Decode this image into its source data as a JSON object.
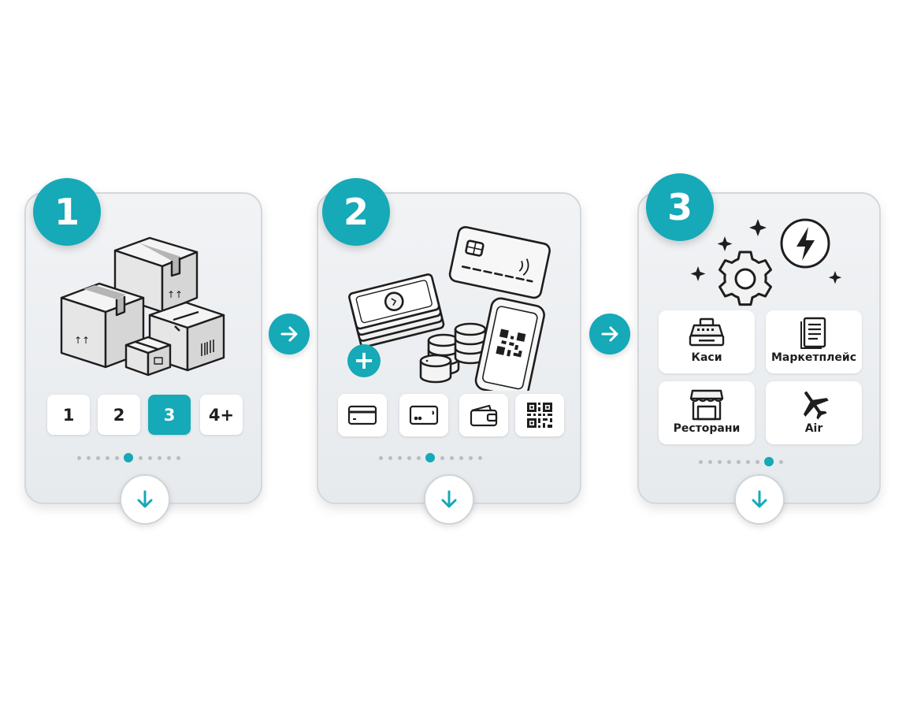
{
  "accent_color": "#16a9b7",
  "steps": [
    {
      "number": "1",
      "illustration": "cardboard-boxes",
      "quantity_options": [
        "1",
        "2",
        "3",
        "4+"
      ],
      "selected_quantity": "3",
      "pagination": {
        "total": 11,
        "active": 6
      }
    },
    {
      "number": "2",
      "illustration": "money-card-coins-phone-qr",
      "plus_sign": "+",
      "payment_methods": [
        "card-icon",
        "card-back-icon",
        "wallet-icon",
        "qr-code-icon"
      ],
      "pagination": {
        "total": 11,
        "active": 6
      }
    },
    {
      "number": "3",
      "illustration": "gear-lightning-sparkles",
      "categories": [
        {
          "label": "Каси",
          "icon": "cash-register-icon"
        },
        {
          "label": "Маркетплейс",
          "icon": "document-icon"
        },
        {
          "label": "Ресторани",
          "icon": "storefront-icon"
        },
        {
          "label": "Air",
          "icon": "airplane-icon"
        }
      ],
      "pagination": {
        "total": 9,
        "active": 8
      }
    }
  ],
  "connectors": [
    "arrow-right-icon",
    "arrow-right-icon"
  ],
  "down_buttons": [
    "arrow-down-icon",
    "arrow-down-icon",
    "arrow-down-icon"
  ]
}
